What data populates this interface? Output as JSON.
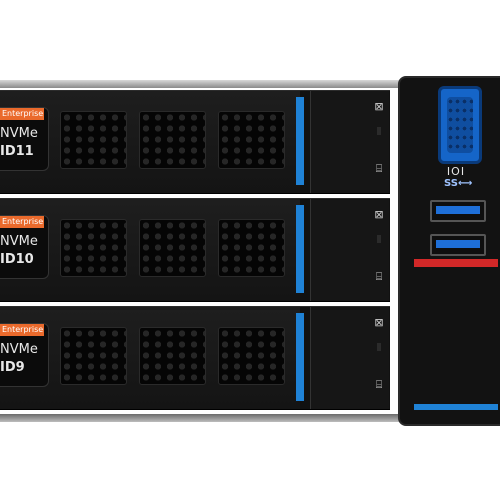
{
  "bays": [
    {
      "tag": "Enterprise",
      "type": "NVMe",
      "id": "ID11"
    },
    {
      "tag": "Enterprise",
      "type": "NVMe",
      "id": "ID10"
    },
    {
      "tag": "Enterprise",
      "type": "NVMe",
      "id": "ID9"
    }
  ],
  "panel": {
    "vga_symbol": "IOI",
    "usb_symbol": "SS⟷"
  },
  "colors": {
    "accent_blue": "#1f82d6",
    "label_orange": "#ea6a2c",
    "handle_red": "#d22828"
  },
  "icons": {
    "top": "drive-activity-icon",
    "bottom": "drive-status-icon"
  }
}
